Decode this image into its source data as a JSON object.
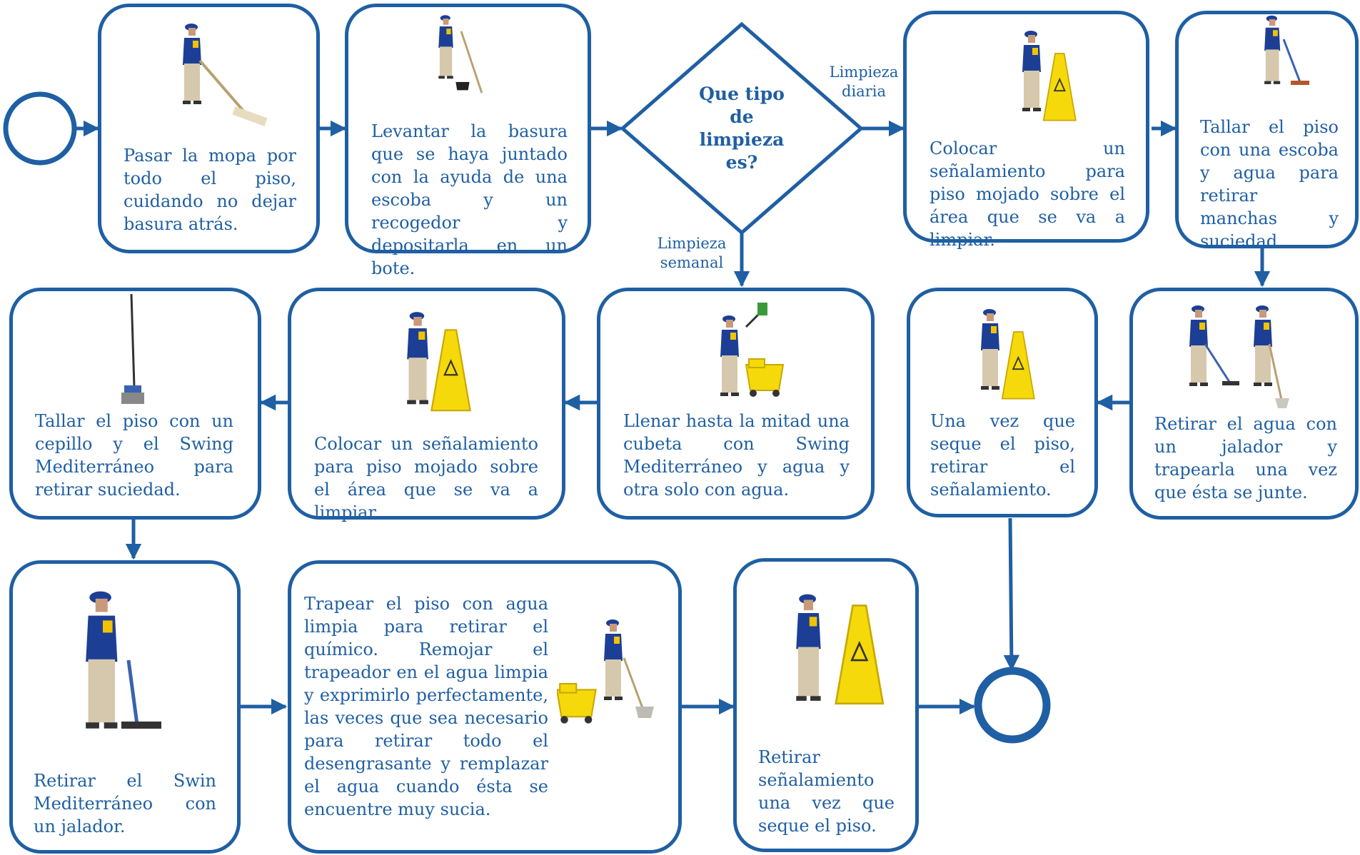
{
  "colors": {
    "line": "#1f5fa3",
    "text": "#1f5fa3",
    "uniform_shirt": "#1c3f95",
    "uniform_accent": "#f2c300",
    "pants": "#d6c8ac",
    "sign": "#f5d90a"
  },
  "decision": {
    "question": "Que tipo de limpieza es?",
    "branch_daily": "Limpieza diaria",
    "branch_weekly": "Limpieza semanal"
  },
  "steps": [
    {
      "id": "mopa",
      "text": "Pasar la mopa por todo el piso, cuidando no dejar basura atrás.",
      "icon": "worker-dust-mop-icon"
    },
    {
      "id": "basura",
      "text": "Levantar la basura que se haya juntado con la ayuda de una escoba y un recogedor y depositarla en un bote.",
      "icon": "worker-broom-dustpan-icon"
    },
    {
      "id": "senal-diaria",
      "text": "Colocar un señalamiento para piso mojado sobre el área que se va a limpiar.",
      "icon": "worker-wet-floor-sign-icon"
    },
    {
      "id": "tallar-escoba",
      "text": "Tallar el piso con una escoba y agua para retirar manchas y suciedad.",
      "icon": "worker-scrub-broom-icon"
    },
    {
      "id": "retirar-agua",
      "text": "Retirar el agua con un jalador y trapearla una vez que ésta se junte.",
      "icon": "worker-squeegee-mop-icon"
    },
    {
      "id": "retirar-senal-diaria",
      "text": "Una vez que seque el piso, retirar el señalamiento.",
      "icon": "worker-wet-floor-sign-icon"
    },
    {
      "id": "llenar-cubeta",
      "text": "Llenar hasta la mitad una cubeta con Swing Mediterráneo y agua y otra solo con agua.",
      "icon": "worker-fill-bucket-icon"
    },
    {
      "id": "senal-semanal",
      "text": "Colocar un señalamiento para piso mojado sobre el área que se va a limpiar.",
      "icon": "worker-wet-floor-sign-icon"
    },
    {
      "id": "tallar-cepillo",
      "text": "Tallar el piso con un cepillo y el Swing Mediterráneo para retirar suciedad.",
      "icon": "scrub-brush-icon"
    },
    {
      "id": "retirar-swing",
      "text": "Retirar el Swin Mediterráneo con un jalador.",
      "icon": "worker-squeegee-icon"
    },
    {
      "id": "trapear",
      "text": "Trapear el piso con agua limpia para retirar el químico. Remojar el trapeador en el agua limpia y exprimirlo perfectamente, las veces que sea necesario para retirar todo el desengrasante y remplazar el agua cuando ésta se encuentre muy sucia.",
      "icon": "worker-mop-bucket-icon"
    },
    {
      "id": "retirar-senal-semanal",
      "text": "Retirar señalamiento una vez que seque el piso.",
      "icon": "worker-wet-floor-sign-icon"
    }
  ]
}
